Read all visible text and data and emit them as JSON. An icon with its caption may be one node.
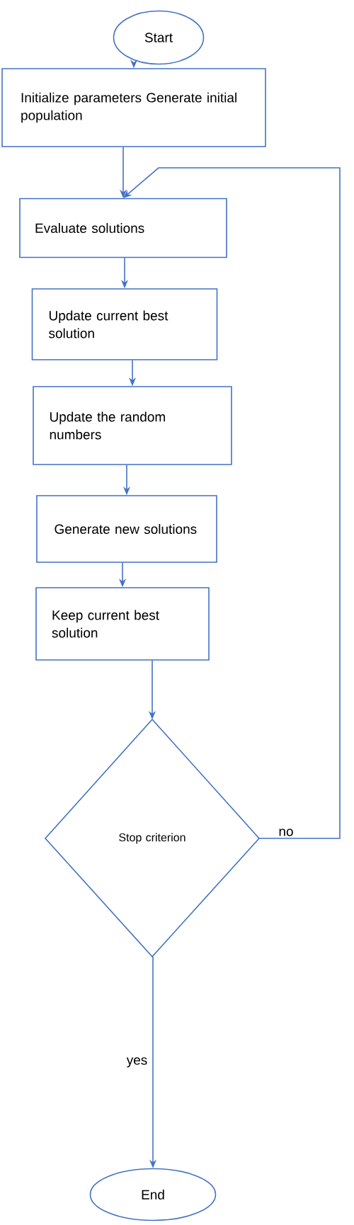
{
  "diagram": {
    "nodes": [
      {
        "text": [
          "Start"
        ]
      },
      {
        "text": [
          "Initialize parameters Generate initial population"
        ]
      },
      {
        "text": [
          "Evaluate solutions"
        ]
      },
      {
        "text": [
          "Update current best solution"
        ]
      },
      {
        "text": [
          "Update the random numbers"
        ]
      },
      {
        "text": [
          "Generate new solutions"
        ]
      },
      {
        "text": [
          "Keep current best solution"
        ]
      },
      {
        "text": [
          "Stop criterion"
        ]
      },
      {
        "text": [
          "End"
        ]
      }
    ],
    "edges": [
      {
        "from": 0,
        "to": 1,
        "arrow": "to"
      },
      {
        "from": 1,
        "to": 2,
        "arrow": "to"
      },
      {
        "from": 2,
        "to": 3,
        "arrow": "to"
      },
      {
        "from": 3,
        "to": 4,
        "arrow": "to"
      },
      {
        "from": 4,
        "to": 5,
        "arrow": "to"
      },
      {
        "from": 5,
        "to": 6,
        "arrow": "to"
      },
      {
        "from": 6,
        "to": 7,
        "arrow": "to"
      },
      {
        "from": 7,
        "to": 2,
        "arrow": "to",
        "label": "no"
      },
      {
        "from": 7,
        "to": 8,
        "arrow": "to",
        "label": "yes"
      }
    ]
  }
}
